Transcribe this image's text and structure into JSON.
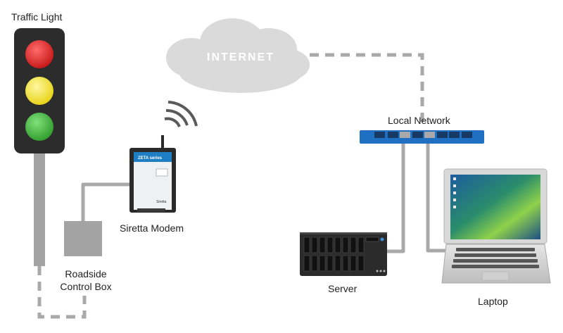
{
  "labels": {
    "traffic_light": "Traffic Light",
    "internet": "INTERNET",
    "local_network": "Local Network",
    "modem": "Siretta Modem",
    "control_box_line1": "Roadside",
    "control_box_line2": "Control Box",
    "server": "Server",
    "laptop": "Laptop"
  },
  "modem_text": {
    "series": "ZETA series",
    "brand": "Siretta"
  },
  "colors": {
    "traffic_red": "#d81d1d",
    "traffic_yellow": "#f2e11a",
    "traffic_green": "#3bab35",
    "switch_blue": "#1f6fc2",
    "cable_gray": "#a9a9a9",
    "cloud_gray": "#d9d9da",
    "device_dark": "#2a2a2a"
  }
}
